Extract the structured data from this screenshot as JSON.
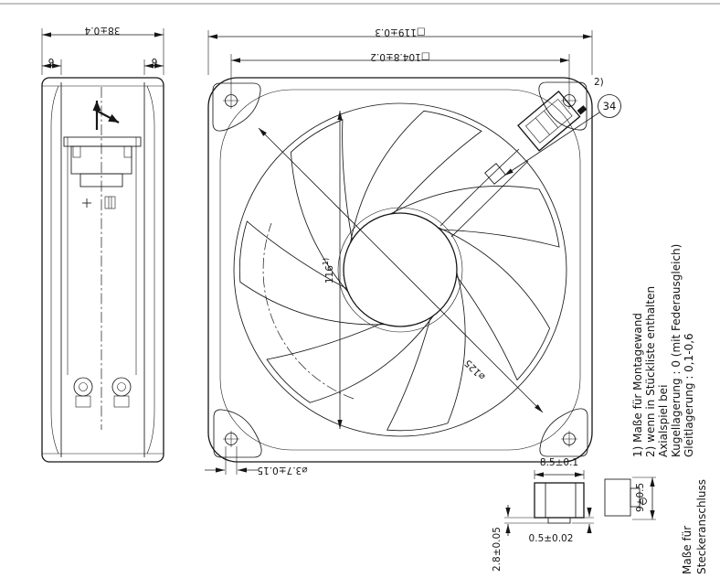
{
  "side_view": {
    "dim_width": "38±0.4",
    "dim_flange_left": "6",
    "dim_flange_right": "6"
  },
  "front_view": {
    "dim_outer_square": "□119±0.3",
    "dim_hole_spacing": "□104.8±0.2",
    "dim_opening": "116",
    "dim_opening_ref": "1)",
    "dim_diagonal": "⌀125",
    "dim_hole_diameter": "⌀3.7±0.15",
    "balloon_number": "34",
    "balloon_ref": "2)"
  },
  "notes": {
    "line1": "1) Maße für Montagewand",
    "line2": "2) wenn in Stückliste enthalten",
    "line3": "Axialspiel bei",
    "line4": "Kugellagerung : 0 (mit Federausgleich)",
    "line5": "Gleitlagerung : 0,1-0,6"
  },
  "connector_detail": {
    "dim_depth": "8.5±0.1",
    "dim_pin_thickness": "0.5±0.02",
    "dim_pin_width": "2.8±0.05",
    "dim_height": "9±0.5",
    "label_line1": "Maße für",
    "label_line2": "Steckeranschluss"
  }
}
